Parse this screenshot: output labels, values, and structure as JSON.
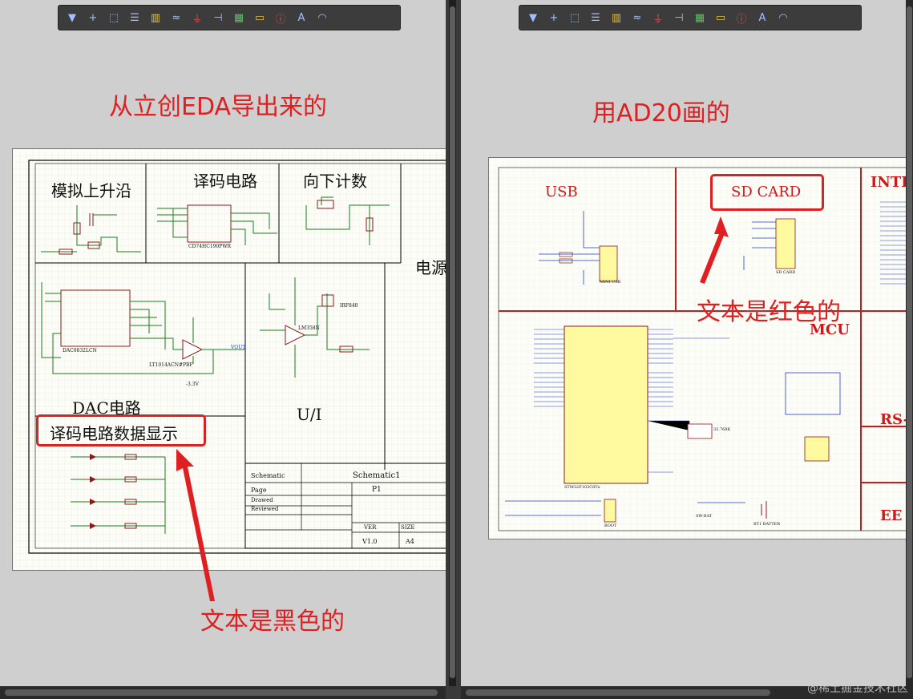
{
  "toolbar": {
    "buttons": [
      {
        "icon": "filter-icon",
        "glyph": "▼"
      },
      {
        "icon": "add-icon",
        "glyph": "+"
      },
      {
        "icon": "select-rect-icon",
        "glyph": "⬚"
      },
      {
        "icon": "align-icon",
        "glyph": "☰"
      },
      {
        "icon": "part-icon",
        "glyph": "▥"
      },
      {
        "icon": "wire-icon",
        "glyph": "≈"
      },
      {
        "icon": "ground-icon",
        "glyph": "⏚"
      },
      {
        "icon": "netlabel-icon",
        "glyph": "⊣"
      },
      {
        "icon": "chip-icon",
        "glyph": "▦"
      },
      {
        "icon": "port-icon",
        "glyph": "▭"
      },
      {
        "icon": "no-erc-icon",
        "glyph": "ⓘ"
      },
      {
        "icon": "text-icon",
        "glyph": "A"
      },
      {
        "icon": "arc-icon",
        "glyph": "◠"
      }
    ]
  },
  "left": {
    "caption": "从立创EDA导出来的",
    "annotation": "文本是黑色的",
    "sections": {
      "rising_edge": "模拟上升沿",
      "decoder": "译码电路",
      "counter": "向下计数",
      "power": "电源",
      "dac": "DAC电路",
      "vi": "U/I",
      "display": "译码电路数据显示"
    },
    "title_block": {
      "schematic_label": "Schematic",
      "schematic_value": "Schematic1",
      "page_label": "Page",
      "page_value": "P1",
      "drawed_label": "Drawed",
      "reviewed_label": "Reviewed",
      "ver_label": "VER",
      "ver_value": "V1.0",
      "size_label": "SIZE",
      "size_value": "A4"
    },
    "parts": {
      "decoder_chip": "CD74HC190PWR",
      "dac_chip": "DAC0832LCN",
      "opamp1": "LT1014ACN#PBF",
      "opamp2": "LM358N",
      "mosfet": "IRF840",
      "neg_supply": "-3.3V",
      "vout": "VOUT"
    }
  },
  "right": {
    "caption": "用AD20画的",
    "annotation": "文本是红色的",
    "sections": {
      "usb": "USB",
      "sd": "SD CARD",
      "interface": "INTE",
      "mcu": "MCU",
      "rs": "RS-",
      "ee": "EE"
    },
    "parts": {
      "usb_connector": "MINI USB",
      "sd_connector": "SD CARD",
      "mcu_chip": "STM32F103C8Tx",
      "crystal": "32.768K",
      "battery": "BT1 BATTER",
      "switch": "SW-BAT",
      "boot": "BOOT"
    }
  },
  "watermark": "@稀土掘金技术社区",
  "colors": {
    "caption_red": "#e02020",
    "wire_green": "#1a7a1a",
    "wire_blue": "#1f3fbf",
    "part_dark_red": "#8b1a1a",
    "chip_yellow": "#fffaa0"
  }
}
